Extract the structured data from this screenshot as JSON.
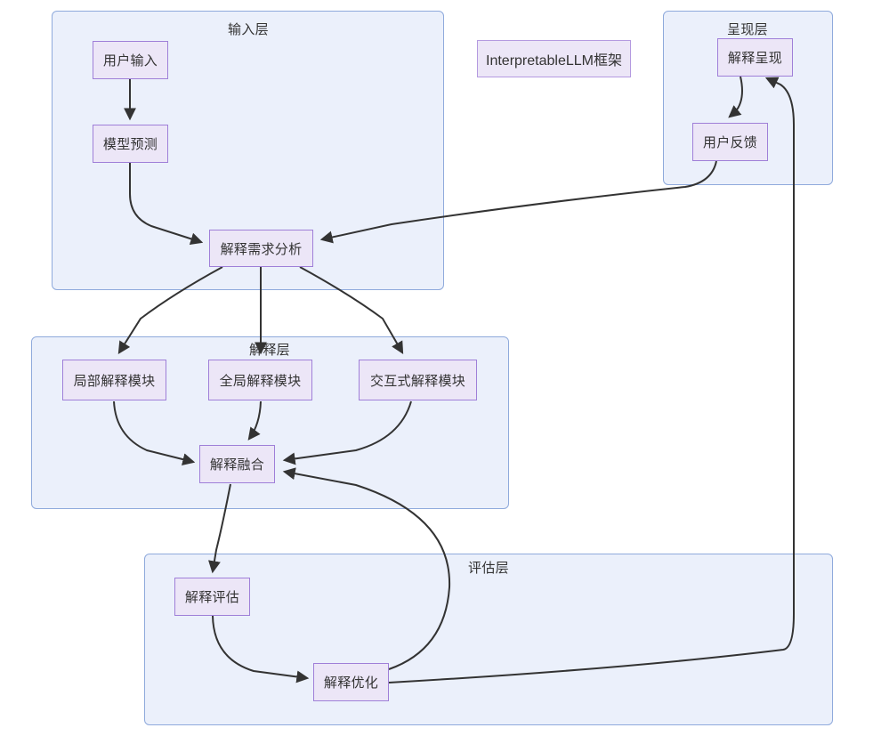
{
  "diagram": {
    "title_box": {
      "label": "InterpretableLLM框架"
    },
    "clusters": [
      {
        "id": "input-layer",
        "label": "输入层"
      },
      {
        "id": "presentation-layer",
        "label": "呈现层"
      },
      {
        "id": "explanation-layer",
        "label": "解释层"
      },
      {
        "id": "evaluation-layer",
        "label": "评估层"
      }
    ],
    "nodes": [
      {
        "id": "user-input",
        "label": "用户输入"
      },
      {
        "id": "model-prediction",
        "label": "模型预测"
      },
      {
        "id": "explanation-demand-analysis",
        "label": "解释需求分析"
      },
      {
        "id": "local-explanation-module",
        "label": "局部解释模块"
      },
      {
        "id": "global-explanation-module",
        "label": "全局解释模块"
      },
      {
        "id": "interactive-explanation-module",
        "label": "交互式解释模块"
      },
      {
        "id": "explanation-fusion",
        "label": "解释融合"
      },
      {
        "id": "explanation-evaluation",
        "label": "解释评估"
      },
      {
        "id": "explanation-optimization",
        "label": "解释优化"
      },
      {
        "id": "explanation-presentation",
        "label": "解释呈现"
      },
      {
        "id": "user-feedback",
        "label": "用户反馈"
      }
    ],
    "edges": [
      {
        "from": "user-input",
        "to": "model-prediction"
      },
      {
        "from": "model-prediction",
        "to": "explanation-demand-analysis"
      },
      {
        "from": "explanation-demand-analysis",
        "to": "local-explanation-module"
      },
      {
        "from": "explanation-demand-analysis",
        "to": "global-explanation-module"
      },
      {
        "from": "explanation-demand-analysis",
        "to": "interactive-explanation-module"
      },
      {
        "from": "local-explanation-module",
        "to": "explanation-fusion"
      },
      {
        "from": "global-explanation-module",
        "to": "explanation-fusion"
      },
      {
        "from": "interactive-explanation-module",
        "to": "explanation-fusion"
      },
      {
        "from": "explanation-fusion",
        "to": "explanation-evaluation"
      },
      {
        "from": "explanation-evaluation",
        "to": "explanation-optimization"
      },
      {
        "from": "explanation-optimization",
        "to": "explanation-fusion"
      },
      {
        "from": "explanation-optimization",
        "to": "explanation-presentation"
      },
      {
        "from": "explanation-presentation",
        "to": "user-feedback"
      },
      {
        "from": "user-feedback",
        "to": "explanation-demand-analysis"
      }
    ],
    "colors": {
      "node_fill": "#ece6f7",
      "node_stroke": "#9f7fd8",
      "cluster_fill": "#ebf0fb",
      "cluster_stroke": "#8faadc",
      "edge_stroke": "#333333",
      "text": "#333333"
    }
  }
}
